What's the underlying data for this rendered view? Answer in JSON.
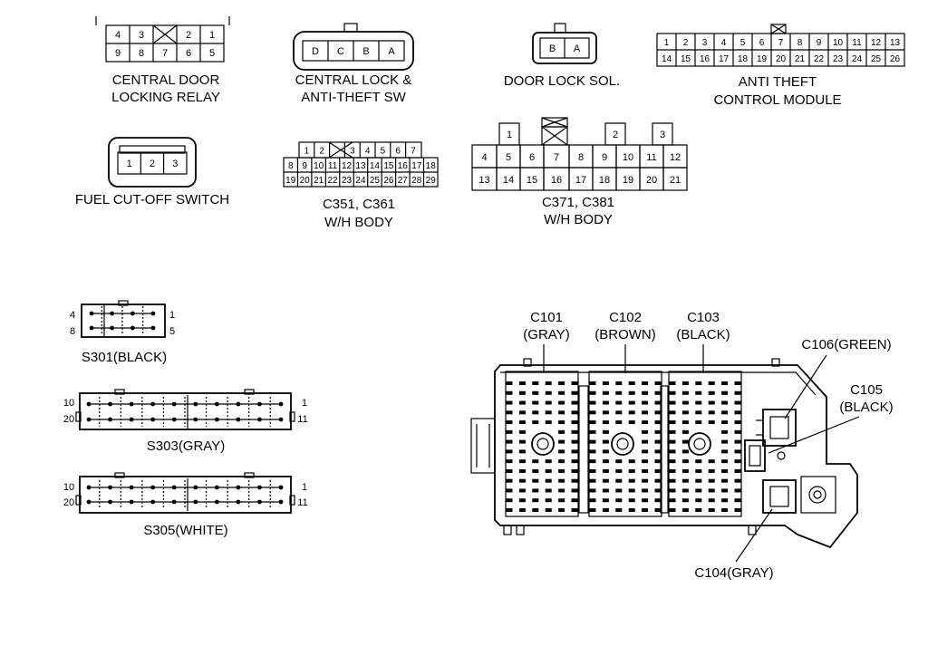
{
  "labels": {
    "relay_line1": "CENTRAL DOOR",
    "relay_line2": "LOCKING RELAY",
    "lock_sw_line1": "CENTRAL LOCK &",
    "lock_sw_line2": "ANTI-THEFT SW",
    "door_sol": "DOOR LOCK SOL.",
    "module_line1": "ANTI THEFT",
    "module_line2": "CONTROL MODULE",
    "fuel_cut": "FUEL CUT-OFF SWITCH",
    "c351_line1": "C351, C361",
    "c351_line2": "W/H BODY",
    "c371_line1": "C371, C381",
    "c371_line2": "W/H  BODY",
    "s301": "S301(BLACK)",
    "s303": "S303(GRAY)",
    "s305": "S305(WHITE)",
    "c101_line1": "C101",
    "c101_line2": "(GRAY)",
    "c102_line1": "C102",
    "c102_line2": "(BROWN)",
    "c103_line1": "C103",
    "c103_line2": "(BLACK)",
    "c106": "C106(GREEN)",
    "c105_line1": "C105",
    "c105_line2": "(BLACK)",
    "c104": "C104(GRAY)"
  },
  "connectors": {
    "relay": {
      "top": [
        "4",
        "3",
        "",
        "2",
        "1"
      ],
      "bottom": [
        "9",
        "8",
        "7",
        "6",
        "5"
      ]
    },
    "lock_sw": {
      "pins": [
        "D",
        "C",
        "B",
        "A"
      ]
    },
    "door_sol": {
      "pins": [
        "B",
        "A"
      ]
    },
    "module": {
      "top": [
        "1",
        "2",
        "3",
        "4",
        "5",
        "6",
        "7",
        "8",
        "9",
        "10",
        "11",
        "12",
        "13"
      ],
      "bottom": [
        "14",
        "15",
        "16",
        "17",
        "18",
        "19",
        "20",
        "21",
        "22",
        "23",
        "24",
        "25",
        "26"
      ]
    },
    "fuel_cut": {
      "pins": [
        "1",
        "2",
        "3"
      ]
    },
    "c351": {
      "top": [
        "1",
        "2",
        "",
        "3",
        "4",
        "5",
        "6",
        "7"
      ],
      "mid": [
        "8",
        "9",
        "10",
        "11",
        "12",
        "13",
        "14",
        "15",
        "16",
        "17",
        "18"
      ],
      "bot": [
        "19",
        "20",
        "21",
        "22",
        "23",
        "24",
        "25",
        "26",
        "27",
        "28",
        "29"
      ]
    },
    "c371": {
      "top": [
        "1",
        "2",
        "3"
      ],
      "mid": [
        "4",
        "5",
        "6",
        "7",
        "8",
        "9",
        "10",
        "11",
        "12"
      ],
      "bot": [
        "13",
        "14",
        "15",
        "16",
        "17",
        "18",
        "19",
        "20",
        "21"
      ]
    },
    "s301": {
      "left_top": "4",
      "left_bottom": "8",
      "right_top": "1",
      "right_bottom": "5"
    },
    "s303": {
      "left_top": "10",
      "left_bottom": "20",
      "right_top": "1",
      "right_bottom": "11"
    },
    "s305": {
      "left_top": "10",
      "left_bottom": "20",
      "right_top": "1",
      "right_bottom": "11"
    }
  }
}
